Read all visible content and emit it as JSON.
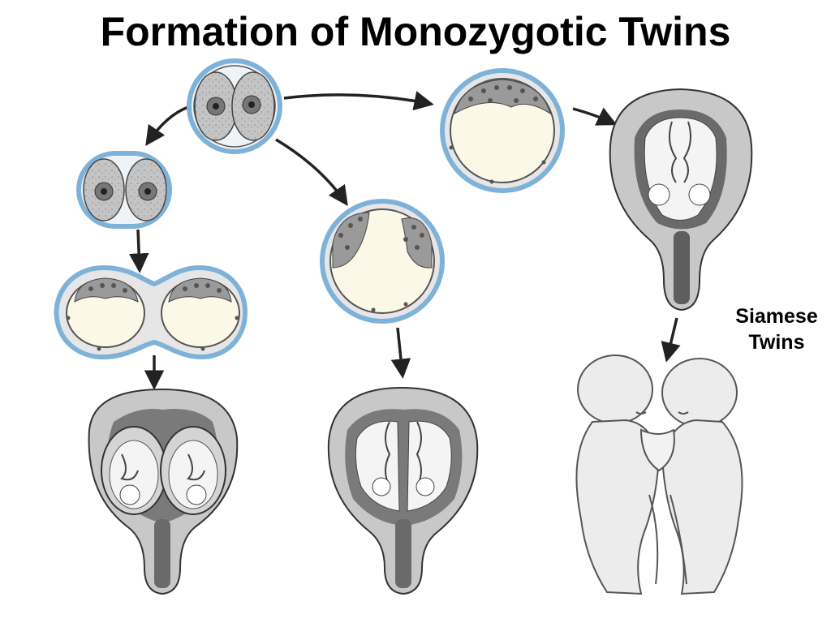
{
  "title": "Formation of Monozygotic Twins",
  "labels": {
    "siamese_line1": "Siamese",
    "siamese_line2": "Twins"
  },
  "colors": {
    "membrane_blue": "#7fb2d8",
    "cytoplasm_gray": "#c2c2c2",
    "cavity_cream": "#fbf8e8",
    "uterus_gray": "#a9a9a9",
    "uterus_dark": "#6e6e6e",
    "fetus_skin": "#ececec",
    "arrow": "#222222"
  },
  "icons": [
    "two-cell-embryo-icon",
    "separated-cells-icon",
    "double-blastocyst-icon",
    "blastocyst-two-masses-icon",
    "blastocyst-single-mass-icon",
    "uterus-separate-placentas-icon",
    "uterus-shared-placenta-icon",
    "uterus-conjoined-icon",
    "conjoined-twins-icon"
  ]
}
